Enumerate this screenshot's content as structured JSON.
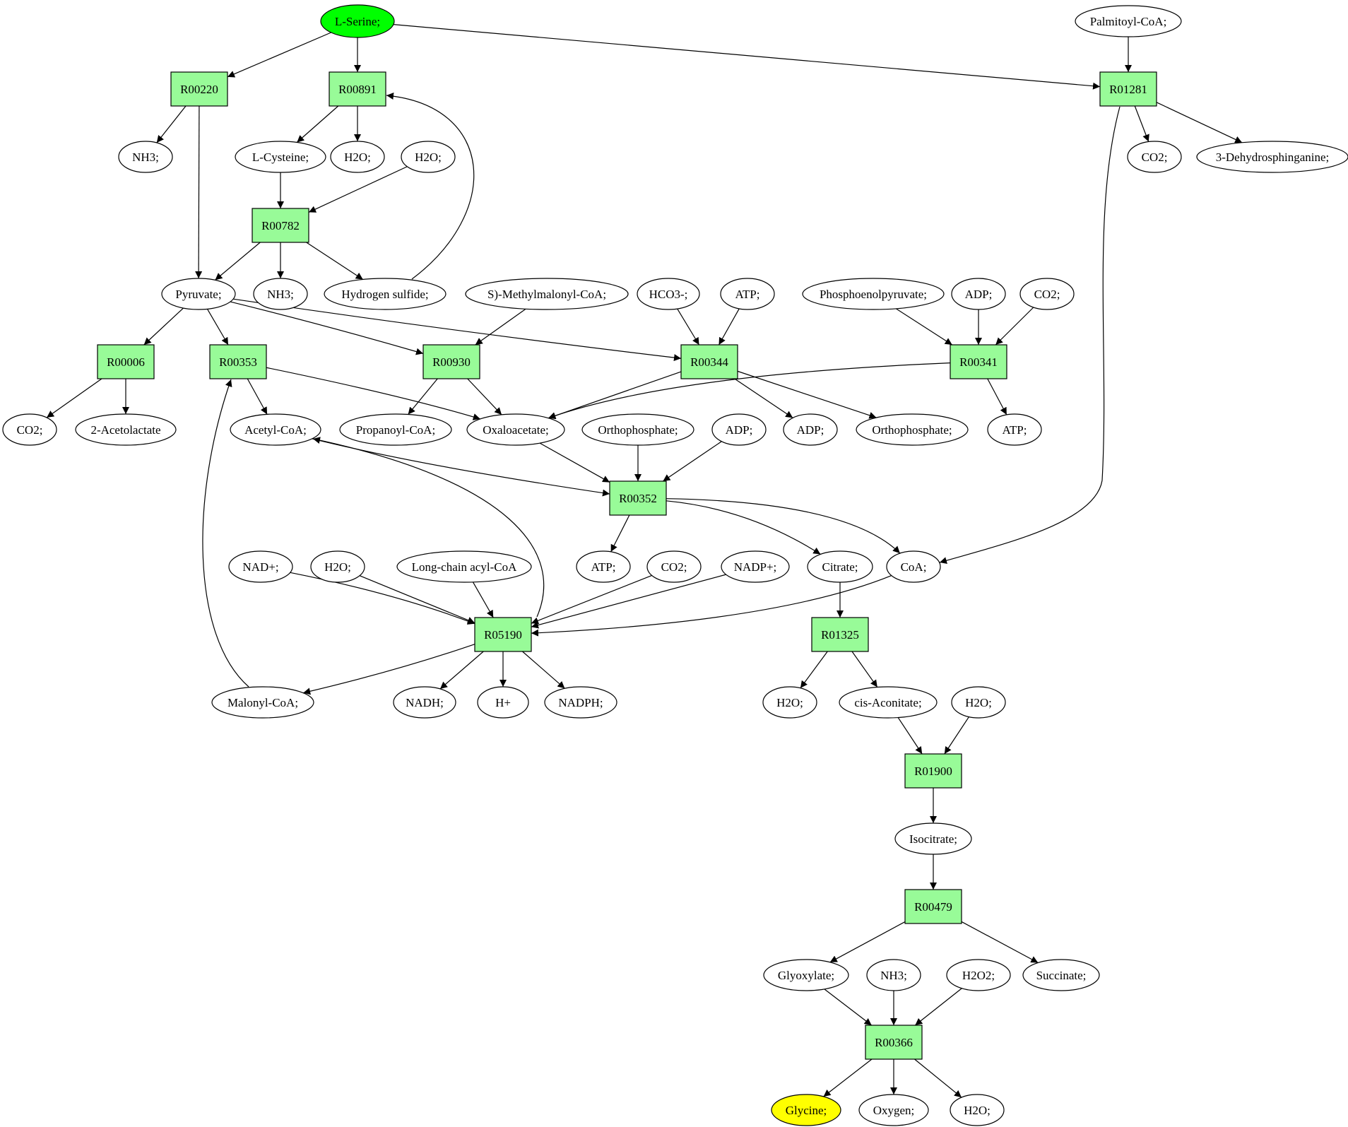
{
  "colors": {
    "compound": "#ffffff",
    "reaction": "#98fb98",
    "start": "#00ff00",
    "target": "#ffff00",
    "line": "#000000"
  },
  "nodes": [
    {
      "id": "serine",
      "label": "L-Serine;",
      "type": "start"
    },
    {
      "id": "palmitoyl",
      "label": "Palmitoyl-CoA;",
      "type": "compound"
    },
    {
      "id": "R00220",
      "label": "R00220",
      "type": "reaction"
    },
    {
      "id": "R00891",
      "label": "R00891",
      "type": "reaction"
    },
    {
      "id": "R01281",
      "label": "R01281",
      "type": "reaction"
    },
    {
      "id": "nh3_1",
      "label": "NH3;",
      "type": "compound"
    },
    {
      "id": "lcys",
      "label": "L-Cysteine;",
      "type": "compound"
    },
    {
      "id": "h2o_1",
      "label": "H2O;",
      "type": "compound"
    },
    {
      "id": "h2o_2",
      "label": "H2O;",
      "type": "compound"
    },
    {
      "id": "co2_1",
      "label": "CO2;",
      "type": "compound"
    },
    {
      "id": "dehydro",
      "label": "3-Dehydrosphinganine;",
      "type": "compound"
    },
    {
      "id": "R00782",
      "label": "R00782",
      "type": "reaction"
    },
    {
      "id": "pyruvate",
      "label": "Pyruvate;",
      "type": "compound"
    },
    {
      "id": "nh3_2",
      "label": "NH3;",
      "type": "compound"
    },
    {
      "id": "h2s",
      "label": "Hydrogen sulfide;",
      "type": "compound"
    },
    {
      "id": "smmcoa",
      "label": "S)-Methylmalonyl-CoA;",
      "type": "compound"
    },
    {
      "id": "hco3",
      "label": "HCO3-;",
      "type": "compound"
    },
    {
      "id": "atp_1",
      "label": "ATP;",
      "type": "compound"
    },
    {
      "id": "pep",
      "label": "Phosphoenolpyruvate;",
      "type": "compound"
    },
    {
      "id": "adp_1",
      "label": "ADP;",
      "type": "compound"
    },
    {
      "id": "co2_2",
      "label": "CO2;",
      "type": "compound"
    },
    {
      "id": "R00006",
      "label": "R00006",
      "type": "reaction"
    },
    {
      "id": "R00353",
      "label": "R00353",
      "type": "reaction"
    },
    {
      "id": "R00930",
      "label": "R00930",
      "type": "reaction"
    },
    {
      "id": "R00344",
      "label": "R00344",
      "type": "reaction"
    },
    {
      "id": "R00341",
      "label": "R00341",
      "type": "reaction"
    },
    {
      "id": "co2_3",
      "label": "CO2;",
      "type": "compound"
    },
    {
      "id": "acetolactate",
      "label": "2-Acetolactate",
      "type": "compound"
    },
    {
      "id": "acetylcoa",
      "label": "Acetyl-CoA;",
      "type": "compound"
    },
    {
      "id": "propcoa",
      "label": "Propanoyl-CoA;",
      "type": "compound"
    },
    {
      "id": "oaa",
      "label": "Oxaloacetate;",
      "type": "compound"
    },
    {
      "id": "pi_1",
      "label": "Orthophosphate;",
      "type": "compound"
    },
    {
      "id": "adp_2",
      "label": "ADP;",
      "type": "compound"
    },
    {
      "id": "adp_3",
      "label": "ADP;",
      "type": "compound"
    },
    {
      "id": "pi_2",
      "label": "Orthophosphate;",
      "type": "compound"
    },
    {
      "id": "atp_2",
      "label": "ATP;",
      "type": "compound"
    },
    {
      "id": "R00352",
      "label": "R00352",
      "type": "reaction"
    },
    {
      "id": "nadp_plus_src",
      "label": "NAD+;",
      "type": "compound"
    },
    {
      "id": "h2o_3",
      "label": "H2O;",
      "type": "compound"
    },
    {
      "id": "lcacoa",
      "label": "Long-chain acyl-CoA",
      "type": "compound"
    },
    {
      "id": "atp_3",
      "label": "ATP;",
      "type": "compound"
    },
    {
      "id": "co2_4",
      "label": "CO2;",
      "type": "compound"
    },
    {
      "id": "nadpplus",
      "label": "NADP+;",
      "type": "compound"
    },
    {
      "id": "citrate",
      "label": "Citrate;",
      "type": "compound"
    },
    {
      "id": "coa",
      "label": "CoA;",
      "type": "compound"
    },
    {
      "id": "R05190",
      "label": "R05190",
      "type": "reaction"
    },
    {
      "id": "R01325",
      "label": "R01325",
      "type": "reaction"
    },
    {
      "id": "malonyl",
      "label": "Malonyl-CoA;",
      "type": "compound"
    },
    {
      "id": "nadh",
      "label": "NADH;",
      "type": "compound"
    },
    {
      "id": "hplus",
      "label": "H+",
      "type": "compound"
    },
    {
      "id": "nadph",
      "label": "NADPH;",
      "type": "compound"
    },
    {
      "id": "h2o_4",
      "label": "H2O;",
      "type": "compound"
    },
    {
      "id": "cisacon",
      "label": "cis-Aconitate;",
      "type": "compound"
    },
    {
      "id": "h2o_5",
      "label": "H2O;",
      "type": "compound"
    },
    {
      "id": "R01900",
      "label": "R01900",
      "type": "reaction"
    },
    {
      "id": "isocitrate",
      "label": "Isocitrate;",
      "type": "compound"
    },
    {
      "id": "R00479",
      "label": "R00479",
      "type": "reaction"
    },
    {
      "id": "glyoxylate",
      "label": "Glyoxylate;",
      "type": "compound"
    },
    {
      "id": "nh3_3",
      "label": "NH3;",
      "type": "compound"
    },
    {
      "id": "h2o2",
      "label": "H2O2;",
      "type": "compound"
    },
    {
      "id": "succinate",
      "label": "Succinate;",
      "type": "compound"
    },
    {
      "id": "R00366",
      "label": "R00366",
      "type": "reaction"
    },
    {
      "id": "glycine",
      "label": "Glycine;",
      "type": "target"
    },
    {
      "id": "oxygen",
      "label": "Oxygen;",
      "type": "compound"
    },
    {
      "id": "h2o_6",
      "label": "H2O;",
      "type": "compound"
    }
  ],
  "edges": [
    [
      "serine",
      "R00220"
    ],
    [
      "serine",
      "R00891"
    ],
    [
      "serine",
      "R01281"
    ],
    [
      "palmitoyl",
      "R01281"
    ],
    [
      "R00220",
      "nh3_1"
    ],
    [
      "R00220",
      "pyruvate"
    ],
    [
      "R00891",
      "lcys"
    ],
    [
      "R00891",
      "h2o_1"
    ],
    [
      "R01281",
      "co2_1"
    ],
    [
      "R01281",
      "dehydro"
    ],
    [
      "R01281",
      "coa"
    ],
    [
      "lcys",
      "R00782"
    ],
    [
      "h2o_2",
      "R00782"
    ],
    [
      "R00782",
      "pyruvate"
    ],
    [
      "R00782",
      "nh3_2"
    ],
    [
      "R00782",
      "h2s"
    ],
    [
      "h2s",
      "R00891"
    ],
    [
      "pyruvate",
      "R00006"
    ],
    [
      "pyruvate",
      "R00353"
    ],
    [
      "pyruvate",
      "R00930"
    ],
    [
      "pyruvate",
      "R00344"
    ],
    [
      "smmcoa",
      "R00930"
    ],
    [
      "hco3",
      "R00344"
    ],
    [
      "atp_1",
      "R00344"
    ],
    [
      "pep",
      "R00341"
    ],
    [
      "adp_1",
      "R00341"
    ],
    [
      "co2_2",
      "R00341"
    ],
    [
      "R00006",
      "co2_3"
    ],
    [
      "R00006",
      "acetolactate"
    ],
    [
      "R00353",
      "acetylcoa"
    ],
    [
      "R00353",
      "oaa"
    ],
    [
      "R00930",
      "propcoa"
    ],
    [
      "R00930",
      "oaa"
    ],
    [
      "R00344",
      "oaa"
    ],
    [
      "R00344",
      "adp_3"
    ],
    [
      "R00344",
      "pi_2"
    ],
    [
      "R00341",
      "oaa"
    ],
    [
      "R00341",
      "atp_2"
    ],
    [
      "oaa",
      "R00352"
    ],
    [
      "pi_1",
      "R00352"
    ],
    [
      "adp_2",
      "R00352"
    ],
    [
      "acetylcoa",
      "R00352"
    ],
    [
      "R00352",
      "atp_3"
    ],
    [
      "R00352",
      "citrate"
    ],
    [
      "R00352",
      "coa"
    ],
    [
      "R05190",
      "acetylcoa"
    ],
    [
      "nadp_plus_src",
      "R05190"
    ],
    [
      "h2o_3",
      "R05190"
    ],
    [
      "lcacoa",
      "R05190"
    ],
    [
      "co2_4",
      "R05190"
    ],
    [
      "nadpplus",
      "R05190"
    ],
    [
      "coa",
      "R05190"
    ],
    [
      "R05190",
      "malonyl"
    ],
    [
      "R05190",
      "nadh"
    ],
    [
      "R05190",
      "hplus"
    ],
    [
      "R05190",
      "nadph"
    ],
    [
      "malonyl",
      "R00353"
    ],
    [
      "citrate",
      "R01325"
    ],
    [
      "R01325",
      "h2o_4"
    ],
    [
      "R01325",
      "cisacon"
    ],
    [
      "cisacon",
      "R01900"
    ],
    [
      "h2o_5",
      "R01900"
    ],
    [
      "R01900",
      "isocitrate"
    ],
    [
      "isocitrate",
      "R00479"
    ],
    [
      "R00479",
      "glyoxylate"
    ],
    [
      "R00479",
      "succinate"
    ],
    [
      "glyoxylate",
      "R00366"
    ],
    [
      "nh3_3",
      "R00366"
    ],
    [
      "h2o2",
      "R00366"
    ],
    [
      "R00366",
      "glycine"
    ],
    [
      "R00366",
      "oxygen"
    ],
    [
      "R00366",
      "h2o_6"
    ]
  ]
}
